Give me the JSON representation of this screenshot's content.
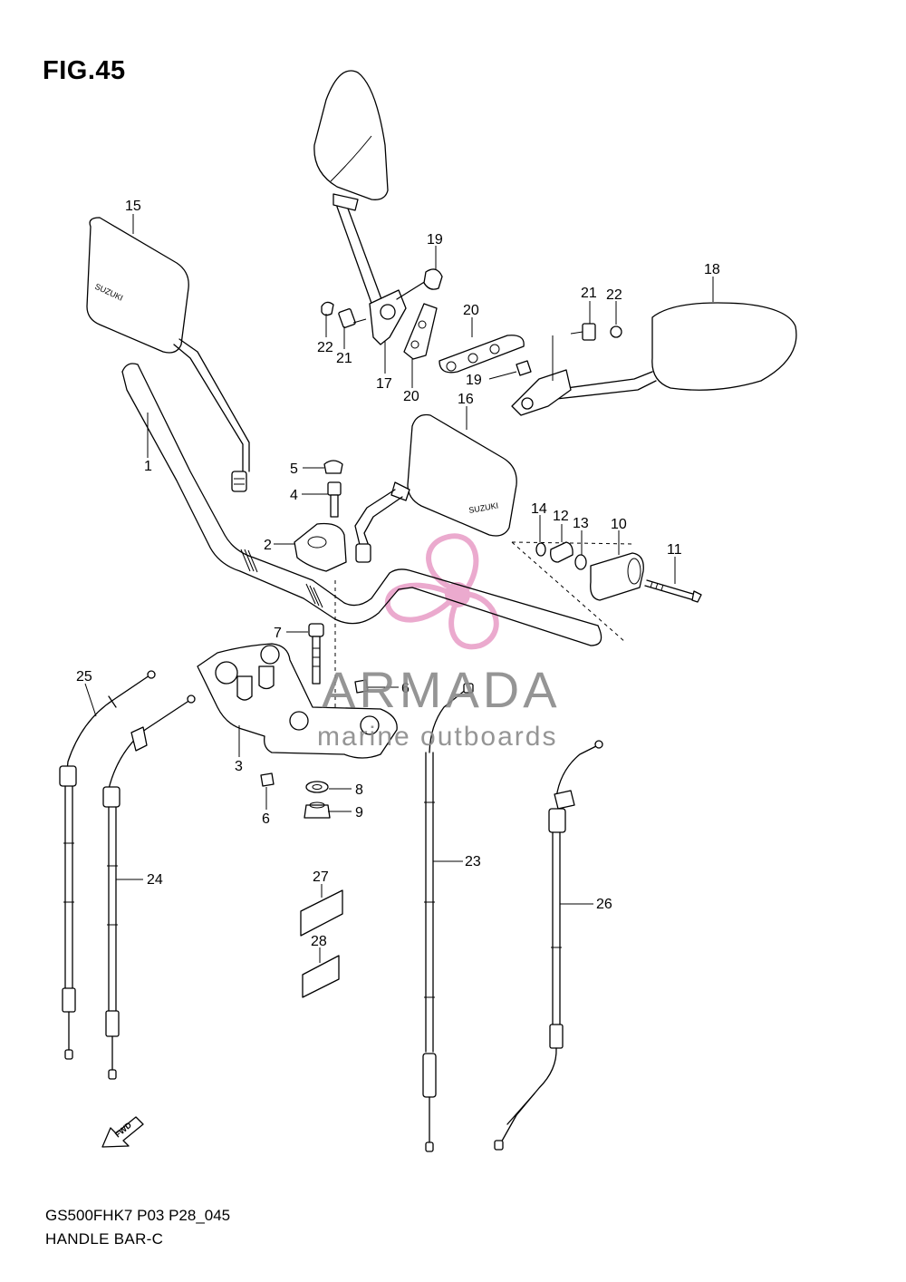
{
  "figure": {
    "title": "FIG.45",
    "code": "GS500FHK7 P03 P28_045",
    "name": "HANDLE BAR-C"
  },
  "callouts": [
    {
      "id": "c1",
      "label": "1"
    },
    {
      "id": "c2",
      "label": "2"
    },
    {
      "id": "c3",
      "label": "3"
    },
    {
      "id": "c4",
      "label": "4"
    },
    {
      "id": "c5",
      "label": "5"
    },
    {
      "id": "c6a",
      "label": "6"
    },
    {
      "id": "c6b",
      "label": "6"
    },
    {
      "id": "c7",
      "label": "7"
    },
    {
      "id": "c8",
      "label": "8"
    },
    {
      "id": "c9",
      "label": "9"
    },
    {
      "id": "c10",
      "label": "10"
    },
    {
      "id": "c11",
      "label": "11"
    },
    {
      "id": "c12",
      "label": "12"
    },
    {
      "id": "c13",
      "label": "13"
    },
    {
      "id": "c14",
      "label": "14"
    },
    {
      "id": "c15",
      "label": "15"
    },
    {
      "id": "c16",
      "label": "16"
    },
    {
      "id": "c17",
      "label": "17"
    },
    {
      "id": "c18",
      "label": "18"
    },
    {
      "id": "c19a",
      "label": "19"
    },
    {
      "id": "c19b",
      "label": "19"
    },
    {
      "id": "c20a",
      "label": "20"
    },
    {
      "id": "c20b",
      "label": "20"
    },
    {
      "id": "c21a",
      "label": "21"
    },
    {
      "id": "c21b",
      "label": "21"
    },
    {
      "id": "c22a",
      "label": "22"
    },
    {
      "id": "c22b",
      "label": "22"
    },
    {
      "id": "c23",
      "label": "23"
    },
    {
      "id": "c24",
      "label": "24"
    },
    {
      "id": "c25",
      "label": "25"
    },
    {
      "id": "c26",
      "label": "26"
    },
    {
      "id": "c27",
      "label": "27"
    },
    {
      "id": "c28",
      "label": "28"
    }
  ],
  "mirror_brand": "SUZUKI",
  "fwd_label": "FWD",
  "watermark": {
    "brand": "ARMADA",
    "tagline": "marine outboards",
    "logo_color": "#e89cc6",
    "text_color": "#8a8a8a"
  }
}
